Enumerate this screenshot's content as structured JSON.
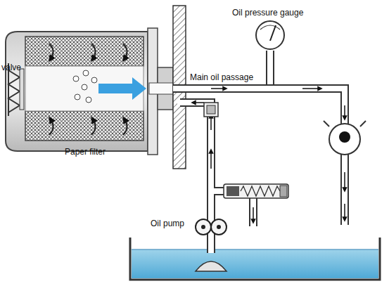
{
  "diagram": {
    "labels": [
      "valve",
      "Paper filter",
      "Oil pressure gauge",
      "Main oil passage",
      "Oil pump"
    ]
  }
}
